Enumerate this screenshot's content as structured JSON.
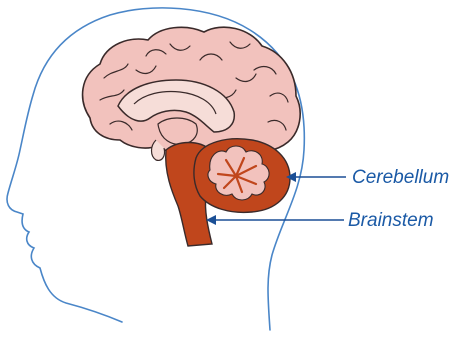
{
  "labels": {
    "cerebellum": "Cerebellum",
    "brainstem": "Brainstem"
  },
  "colors": {
    "outline": "#4a86c8",
    "cerebrum_fill": "#f2c2bd",
    "cerebrum_stroke": "#3a2a2a",
    "brainstem_fill": "#c0461c",
    "cerebellum_fill": "#c0461c",
    "cerebellum_inner": "#f2c2bd",
    "label_color": "#1b5aa6",
    "arrow_color": "#1b4f96"
  },
  "icons": [
    "head-outline",
    "cerebrum",
    "corpus-callosum",
    "cerebellum",
    "brainstem"
  ]
}
